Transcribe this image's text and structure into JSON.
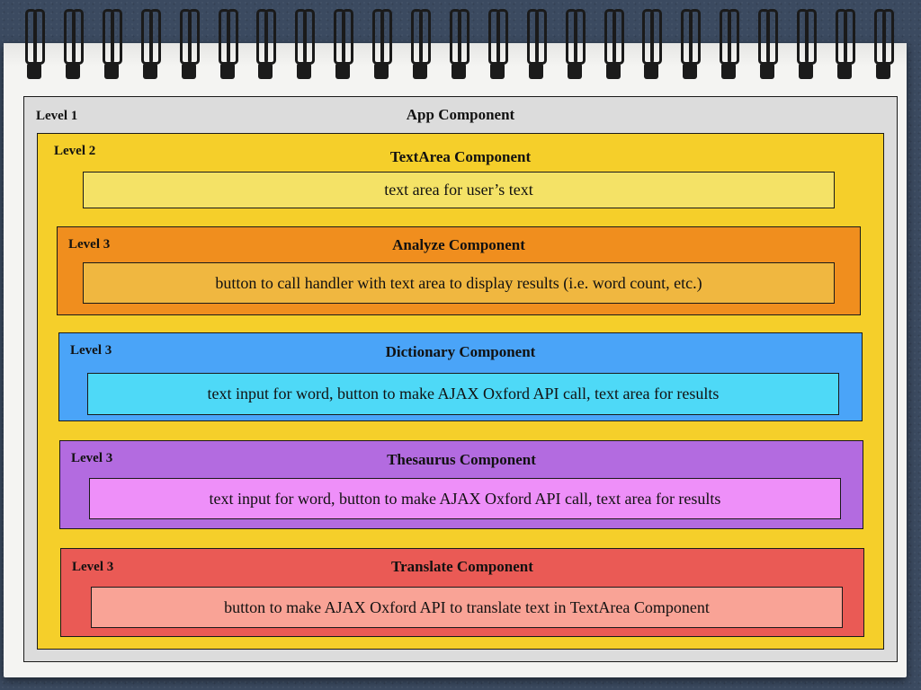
{
  "app": {
    "level": "Level 1",
    "title": "App Component",
    "fill": "#dcdcdc"
  },
  "textarea": {
    "level": "Level 2",
    "title": "TextArea Component",
    "description": "text area for user’s text",
    "fill": "#f5cf2a",
    "inner_fill": "#f4e266"
  },
  "analyze": {
    "level": "Level 3",
    "title": "Analyze Component",
    "description": "button to call handler with text area to display results (i.e. word count, etc.)",
    "fill": "#f08e1e",
    "inner_fill": "#f0b740"
  },
  "dictionary": {
    "level": "Level 3",
    "title": "Dictionary Component",
    "description": "text input for word, button to make AJAX Oxford API call, text area for results",
    "fill": "#4aa4f8",
    "inner_fill": "#4ed9f7"
  },
  "thesaurus": {
    "level": "Level 3",
    "title": "Thesaurus Component",
    "description": "text input for word, button to make AJAX Oxford API call, text area for results",
    "fill": "#b36be0",
    "inner_fill": "#ee8ff9"
  },
  "translate": {
    "level": "Level 3",
    "title": "Translate Component",
    "description": "button to make AJAX Oxford API to translate text in TextArea Component",
    "fill": "#ea5a55",
    "inner_fill": "#f9a396"
  }
}
